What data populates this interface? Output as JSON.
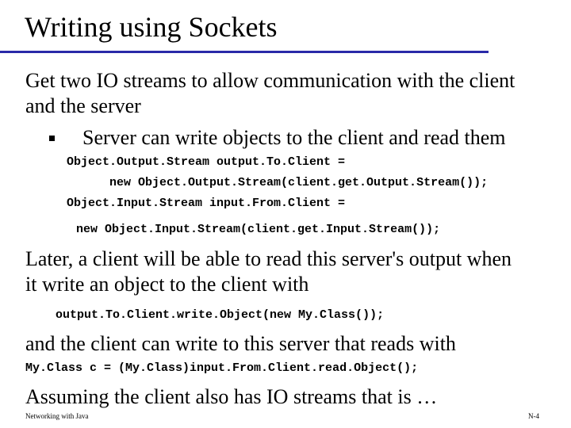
{
  "title": "Writing using Sockets",
  "intro": {
    "line1": "Get two IO streams to allow communication with the client",
    "line2": "and the server"
  },
  "bullet": {
    "icon": "square-bullet-icon",
    "text": "Server can write objects to the client and read them"
  },
  "code_block_1": {
    "line1": "Object.Output.Stream output.To.Client =",
    "line2": "new Object.Output.Stream(client.get.Output.Stream());",
    "line3": "Object.Input.Stream input.From.Client =",
    "line4": "new Object.Input.Stream(client.get.Input.Stream());"
  },
  "later": {
    "line1": "Later, a client will be able to read this server's output when",
    "line2": "it write an object to the client with"
  },
  "code_write": "output.To.Client.write.Object(new My.Class());",
  "client_write_text": "and the client can write to this server that reads with",
  "code_read": "My.Class c = (My.Class)input.From.Client.read.Object();",
  "assuming_text": "Assuming the client also has IO streams that is …",
  "footer": {
    "left": "Networking with Java",
    "right": "N-4"
  },
  "colors": {
    "title_rule": "#2a2aa8"
  }
}
